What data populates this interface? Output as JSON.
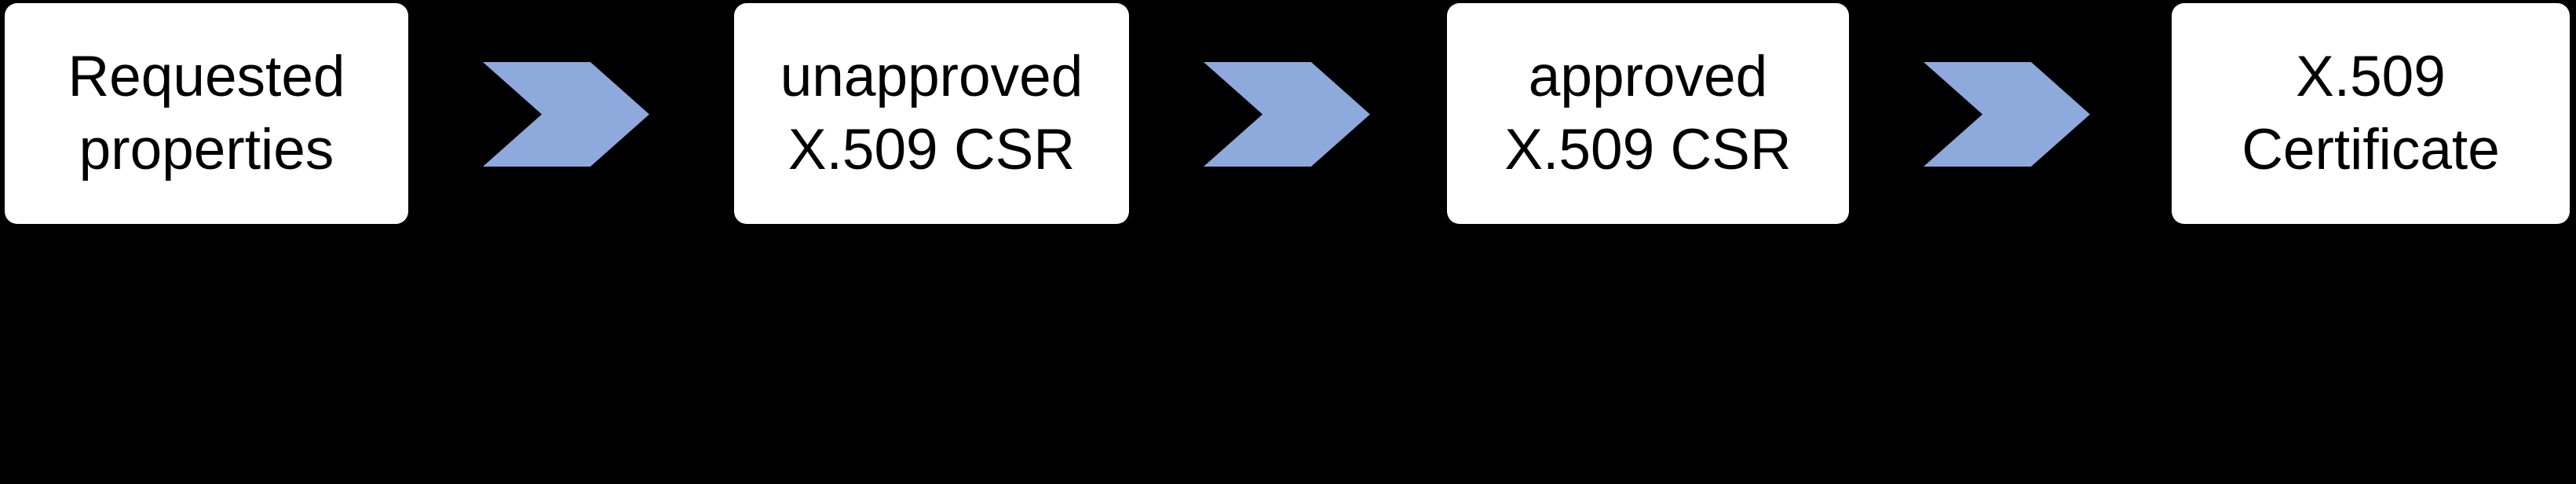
{
  "theme": {
    "canvas_bg": "#000000",
    "box_fill": "#FFFFFF",
    "box_text": "#000000",
    "arrow_fill": "#8EA9DB"
  },
  "diagram": {
    "type": "process-flow",
    "direction": "left-to-right",
    "arrow_icon": "chevron-right-icon",
    "steps": [
      {
        "label": "Requested\nproperties"
      },
      {
        "label": "unapproved\nX.509 CSR"
      },
      {
        "label": "approved\nX.509 CSR"
      },
      {
        "label": "X.509\nCertificate"
      }
    ]
  }
}
